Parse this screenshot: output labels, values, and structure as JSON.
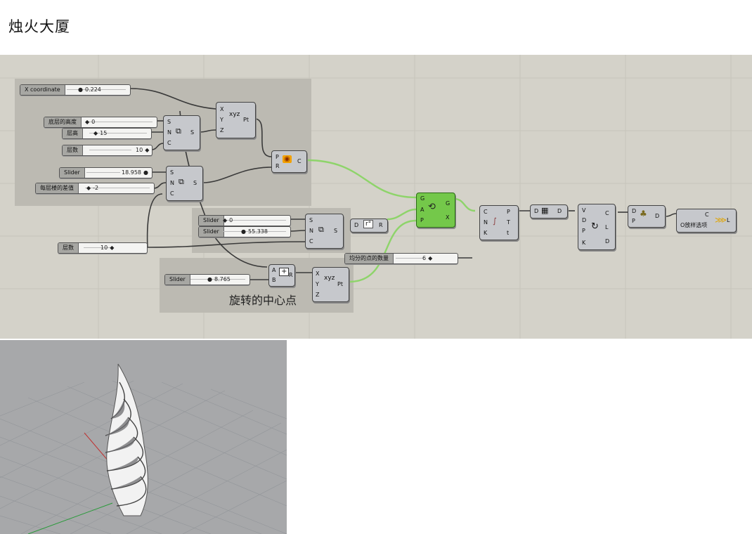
{
  "page": {
    "title": "烛火大厦"
  },
  "canvas": {
    "group_label": "旋转的中心点",
    "sliders": [
      {
        "id": "x",
        "label": "X coordinate",
        "value": "0.224"
      },
      {
        "id": "base_h",
        "label": "底层的高度",
        "value": "0"
      },
      {
        "id": "floor_h",
        "label": "层高",
        "value": "15"
      },
      {
        "id": "floors1",
        "label": "层数",
        "value": "10"
      },
      {
        "id": "s1",
        "label": "Slider",
        "value": "18.958"
      },
      {
        "id": "diff",
        "label": "每层楼的差值",
        "value": "-2"
      },
      {
        "id": "s2",
        "label": "Slider",
        "value": "0"
      },
      {
        "id": "s3",
        "label": "Slider",
        "value": "55.338"
      },
      {
        "id": "floors2",
        "label": "层数",
        "value": "10"
      },
      {
        "id": "s4",
        "label": "Slider",
        "value": "8.765"
      },
      {
        "id": "count",
        "label": "均分的点的数量",
        "value": "6"
      }
    ],
    "components": {
      "pt1": {
        "inputs": [
          "X",
          "Y",
          "Z"
        ],
        "outputs": [
          "Pt"
        ]
      },
      "series1": {
        "inputs": [
          "S",
          "N",
          "C"
        ],
        "outputs": [
          "S"
        ]
      },
      "series2": {
        "inputs": [
          "S",
          "N",
          "C"
        ],
        "outputs": [
          "S"
        ]
      },
      "series3": {
        "inputs": [
          "S",
          "N",
          "C"
        ],
        "outputs": [
          "S"
        ]
      },
      "circle": {
        "inputs": [
          "P",
          "R"
        ],
        "outputs": [
          "C"
        ]
      },
      "rotate": {
        "inputs": [
          "G",
          "A",
          "P"
        ],
        "outputs": [
          "G",
          "X"
        ]
      },
      "radians": {
        "inputs": [
          "D"
        ],
        "outputs": [
          "R"
        ]
      },
      "add": {
        "inputs": [
          "A",
          "B"
        ],
        "outputs": [
          "R"
        ]
      },
      "pt2": {
        "inputs": [
          "X",
          "Y",
          "Z"
        ],
        "outputs": [
          "Pt"
        ]
      },
      "divide": {
        "inputs": [
          "C",
          "N",
          "K"
        ],
        "outputs": [
          "P",
          "T",
          "t"
        ]
      },
      "flip": {
        "inputs": [
          "D"
        ],
        "outputs": [
          "D"
        ]
      },
      "curve": {
        "inputs": [
          "V",
          "D",
          "P",
          "K"
        ],
        "outputs": [
          "C",
          "L",
          "D"
        ]
      },
      "graft": {
        "inputs": [
          "D",
          "P"
        ],
        "outputs": [
          "D"
        ]
      },
      "loft": {
        "inputs": [
          "C",
          "O放样选项"
        ],
        "outputs": [
          "L"
        ]
      }
    }
  }
}
